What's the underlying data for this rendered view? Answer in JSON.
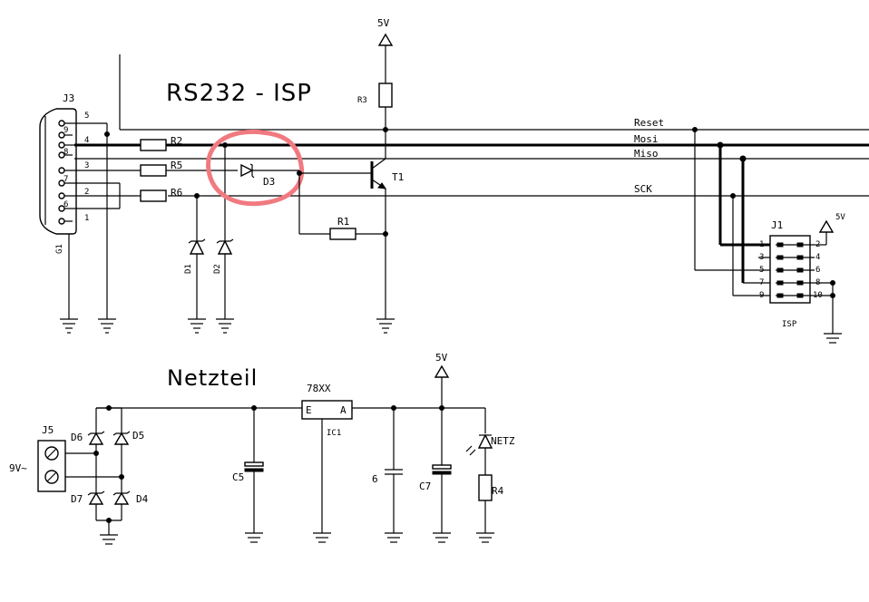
{
  "titles": {
    "isp": "RS232 - ISP",
    "power": "Netzteil"
  },
  "supply_label": "5V",
  "input_voltage_label": "9V~",
  "connectors": {
    "j3": {
      "name": "J3",
      "shield": "G1",
      "pins": [
        "5",
        "9",
        "4",
        "8",
        "3",
        "7",
        "2",
        "6",
        "1"
      ]
    },
    "j1": {
      "name": "J1",
      "footer": "ISP",
      "left_pins": [
        "1",
        "3",
        "5",
        "7",
        "9"
      ],
      "right_pins": [
        "2",
        "4",
        "6",
        "8",
        "10"
      ]
    },
    "j5": {
      "name": "J5"
    }
  },
  "signals": [
    "Reset",
    "Mosi",
    "Miso",
    "SCK"
  ],
  "components": {
    "r2": "R2",
    "r5": "R5",
    "r6": "R6",
    "r3": "R3",
    "r1": "R1",
    "r4": "R4",
    "d1": "D1",
    "d2": "D2",
    "d3": "D3",
    "d4": "D4",
    "d5": "D5",
    "d6": "D6",
    "d7": "D7",
    "t1": "T1",
    "c5": "C5",
    "c6": "6",
    "c7": "C7",
    "regulator": {
      "part": "78XX",
      "ref": "IC1",
      "in": "E",
      "out": "A"
    },
    "led": "NETZ"
  }
}
